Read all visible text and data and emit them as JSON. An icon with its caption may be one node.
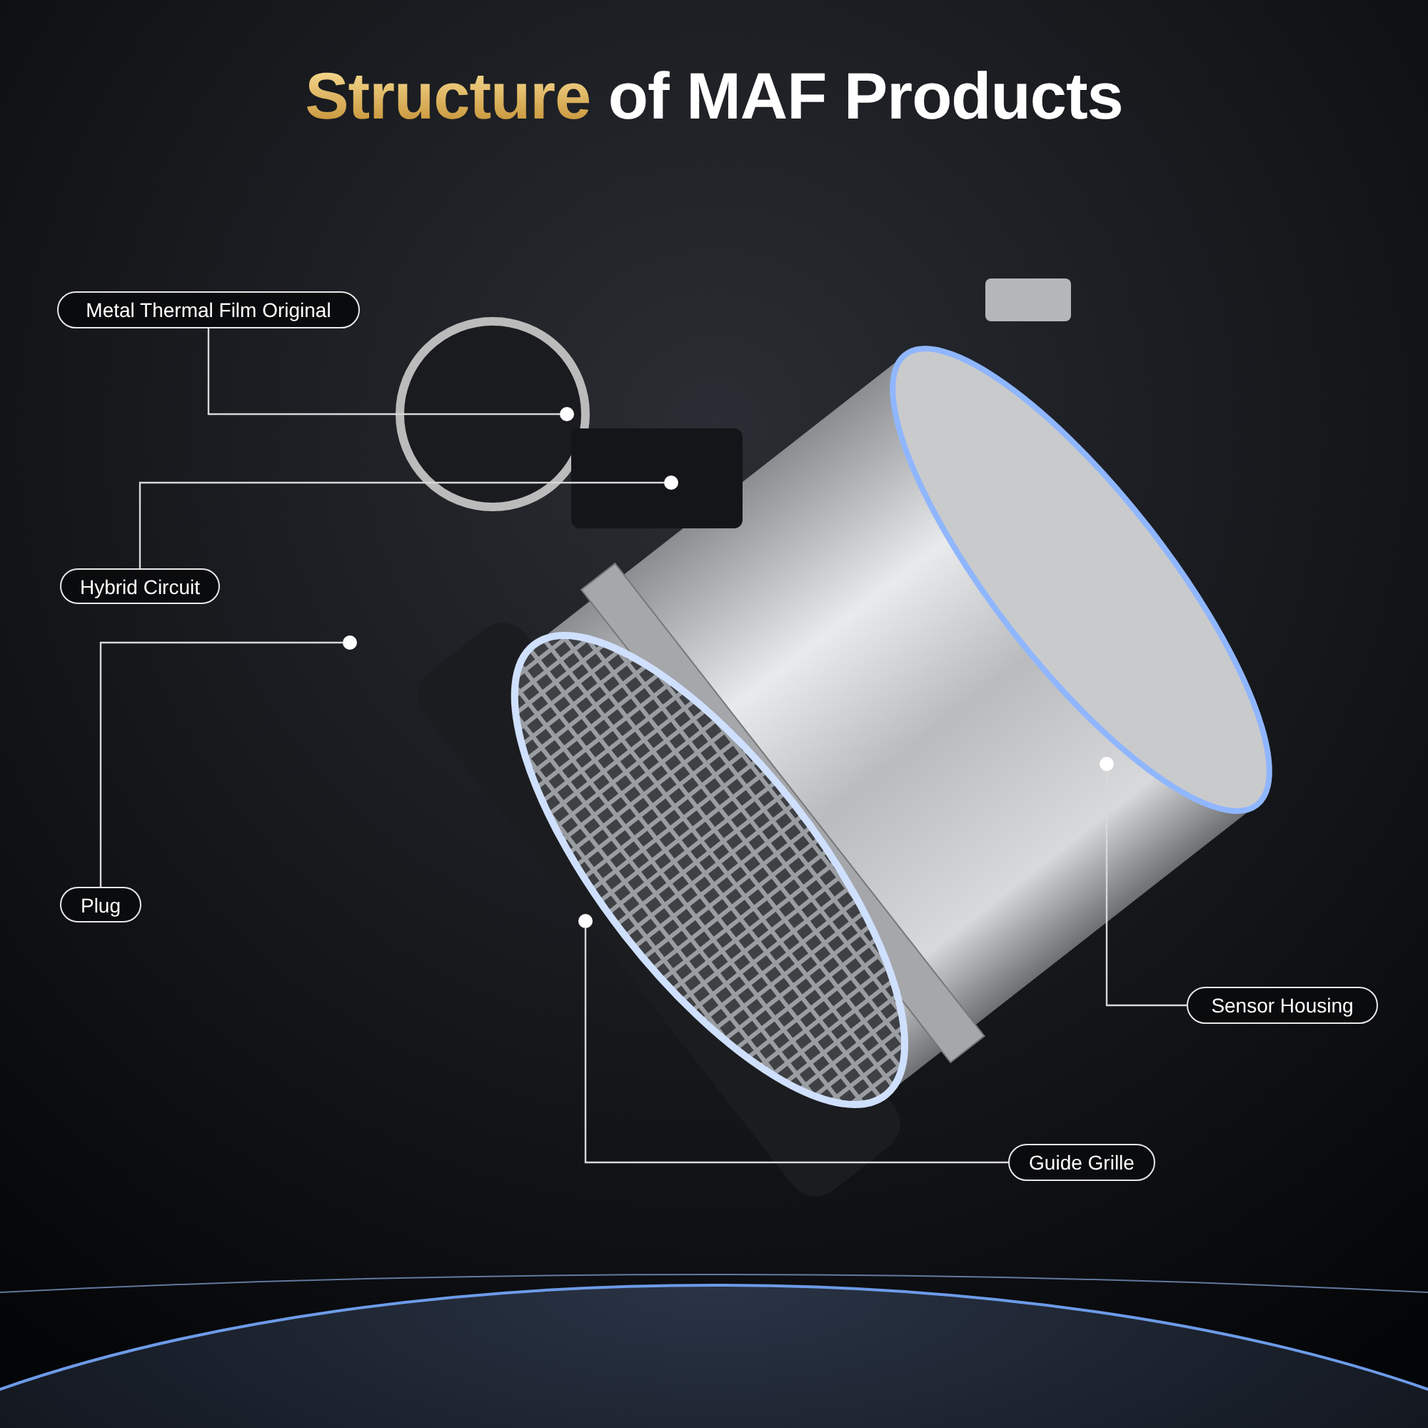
{
  "diagram": {
    "title": "Structure of MAF Products",
    "nodes": [
      {
        "text": [
          "Metal Thermal Film Original"
        ]
      },
      {
        "text": [
          "Hybrid Circuit"
        ]
      },
      {
        "text": [
          "Plug"
        ]
      },
      {
        "text": [
          "Sensor Housing"
        ]
      },
      {
        "text": [
          "Guide Grille"
        ]
      },
      {
        "text": [],
        "shape": "circle"
      },
      {
        "text": [],
        "shape": "circle"
      },
      {
        "text": [],
        "shape": "circle"
      },
      {
        "text": [],
        "shape": "circle"
      },
      {
        "text": [],
        "shape": "circle"
      }
    ],
    "edges": [
      {
        "from": 0,
        "to": 5,
        "arrow": "none"
      },
      {
        "from": 1,
        "to": 6,
        "arrow": "none"
      },
      {
        "from": 2,
        "to": 7,
        "arrow": "none"
      },
      {
        "from": 3,
        "to": 8,
        "arrow": "none"
      },
      {
        "from": 4,
        "to": 9,
        "arrow": "none"
      }
    ]
  }
}
